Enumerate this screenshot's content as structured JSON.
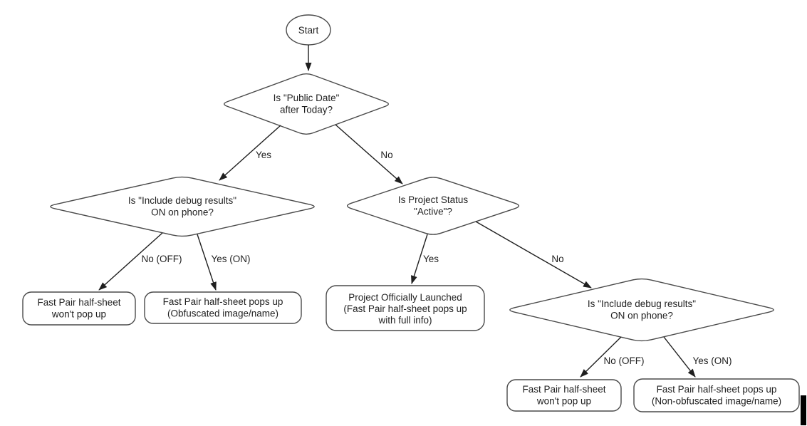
{
  "diagram": {
    "type": "flowchart",
    "colors": {
      "background": "#ffffff",
      "shape_stroke": "#4a4a4a",
      "line": "#1f1f1f",
      "text": "#1f1f1f",
      "cursor": "#000000"
    },
    "nodes": {
      "start": {
        "shape": "terminator",
        "label": "Start"
      },
      "public_date": {
        "shape": "decision",
        "lines": [
          "Is \"Public Date\"",
          "after Today?"
        ]
      },
      "debug_left": {
        "shape": "decision",
        "lines": [
          "Is \"Include debug results\"",
          "ON on phone?"
        ]
      },
      "project_status": {
        "shape": "decision",
        "lines": [
          "Is Project Status",
          "\"Active\"?"
        ]
      },
      "debug_right": {
        "shape": "decision",
        "lines": [
          "Is \"Include debug results\"",
          "ON on phone?"
        ]
      },
      "no_popup_left": {
        "shape": "result",
        "lines": [
          "Fast Pair half-sheet",
          "won't pop up"
        ]
      },
      "obfuscated": {
        "shape": "result",
        "lines": [
          "Fast Pair half-sheet pops up",
          "(Obfuscated image/name)"
        ]
      },
      "launched": {
        "shape": "result",
        "lines": [
          "Project Officially Launched",
          "(Fast Pair half-sheet pops up",
          "with full info)"
        ]
      },
      "no_popup_right": {
        "shape": "result",
        "lines": [
          "Fast Pair half-sheet",
          "won't pop up"
        ]
      },
      "non_obfuscated": {
        "shape": "result",
        "lines": [
          "Fast Pair half-sheet pops up",
          "(Non-obfuscated image/name)"
        ]
      }
    },
    "edge_labels": {
      "public_date_yes": "Yes",
      "public_date_no": "No",
      "debug_left_no": "No (OFF)",
      "debug_left_yes": "Yes (ON)",
      "project_status_yes": "Yes",
      "project_status_no": "No",
      "debug_right_no": "No (OFF)",
      "debug_right_yes": "Yes (ON)"
    }
  }
}
